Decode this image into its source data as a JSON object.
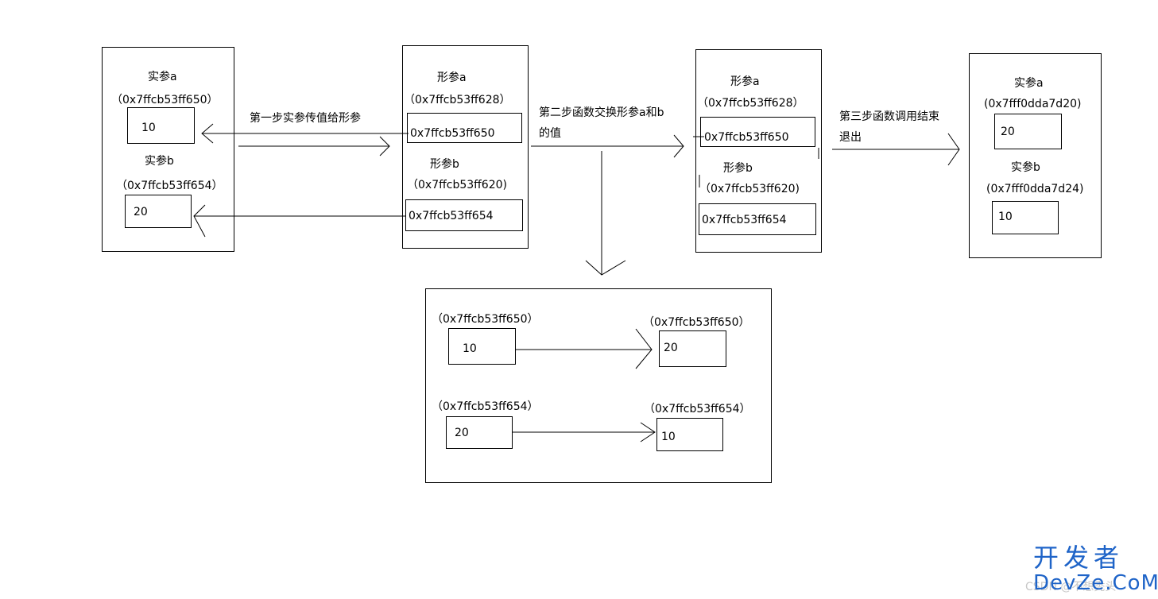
{
  "actual_params_box": {
    "a_label": "实参a",
    "a_addr": "（0x7ffcb53ff650）",
    "a_value": "10",
    "b_label": "实参b",
    "b_addr": "（0x7ffcb53ff654）",
    "b_value": "20"
  },
  "step1_text": "第一步实参传值给形参",
  "formal_params_box": {
    "a_label": "形参a",
    "a_addr": "（0x7ffcb53ff628）",
    "a_value": "0x7ffcb53ff650",
    "b_label": "形参b",
    "b_addr": "（0x7ffcb53ff620)",
    "b_value": "0x7ffcb53ff654"
  },
  "step2_text_line1": "第二步函数交换形参a和b",
  "step2_text_line2": "的值",
  "formal_params_box_2": {
    "a_label": "形参a",
    "a_addr": "（0x7ffcb53ff628）",
    "a_value": "0x7ffcb53ff650",
    "b_label": "形参b",
    "b_addr": "（0x7ffcb53ff620)",
    "b_value": "0x7ffcb53ff654"
  },
  "step3_text_line1": "第三步函数调用结束",
  "step3_text_line2": "退出",
  "result_box": {
    "a_label": "实参a",
    "a_addr": "(0x7fff0dda7d20)",
    "a_value": "20",
    "b_label": "实参b",
    "b_addr": "(0x7fff0dda7d24)",
    "b_value": "10"
  },
  "swap_detail": {
    "left_top_addr": "（0x7ffcb53ff650）",
    "left_top_value": "10",
    "right_top_addr": "（0x7ffcb53ff650）",
    "right_top_value": "20",
    "left_bottom_addr": "（0x7ffcb53ff654）",
    "left_bottom_value": "20",
    "right_bottom_addr": "（0x7ffcb53ff654）",
    "right_bottom_value": "10"
  },
  "watermark": {
    "cn": "开发者",
    "en": "DevZe.CoM",
    "faint": "CSDN @不想秃头"
  }
}
